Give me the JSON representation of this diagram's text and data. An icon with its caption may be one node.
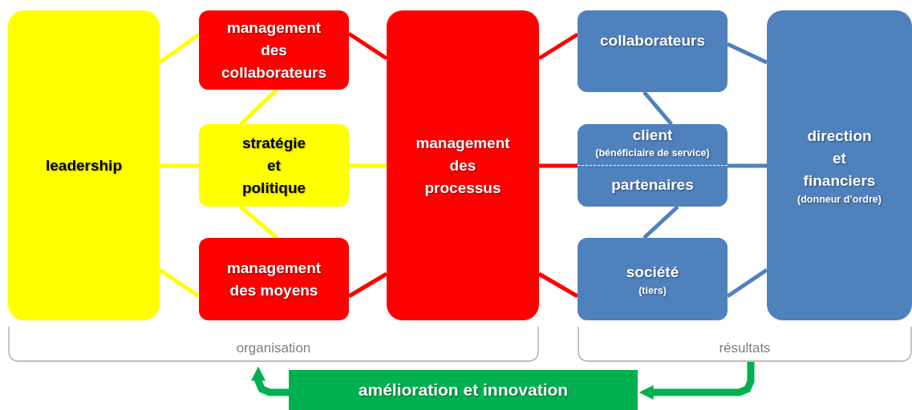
{
  "diagram": {
    "nodes": [
      {
        "text": [
          "leadership"
        ]
      },
      {
        "text": [
          "management des collaborateurs"
        ]
      },
      {
        "text": [
          "stratégie et politique"
        ]
      },
      {
        "text": [
          "management des moyens"
        ]
      },
      {
        "text": [
          "management des processus"
        ]
      },
      {
        "text": [
          "collaborateurs"
        ]
      },
      {
        "text": [
          "client",
          "(bénéficiaire de service)",
          "partenaires"
        ]
      },
      {
        "text": [
          "société",
          "(tiers)"
        ]
      },
      {
        "text": [
          "direction et financiers",
          "(donneur d’ordre)"
        ]
      },
      {
        "text": [
          "organisation"
        ]
      },
      {
        "text": [
          "résultats"
        ]
      },
      {
        "text": [
          "amélioration et innovation"
        ]
      }
    ],
    "edges": [
      {
        "from": 0,
        "to": 1,
        "arrow": "none"
      },
      {
        "from": 0,
        "to": 2,
        "arrow": "none"
      },
      {
        "from": 0,
        "to": 3,
        "arrow": "none"
      },
      {
        "from": 1,
        "to": 2,
        "arrow": "none"
      },
      {
        "from": 2,
        "to": 3,
        "arrow": "none"
      },
      {
        "from": 2,
        "to": 4,
        "arrow": "none"
      },
      {
        "from": 1,
        "to": 4,
        "arrow": "none",
        "color": "#ff0000"
      },
      {
        "from": 3,
        "to": 4,
        "arrow": "none",
        "color": "#ff0000"
      },
      {
        "from": 4,
        "to": 5,
        "arrow": "none",
        "color": "#ff0000"
      },
      {
        "from": 4,
        "to": 6,
        "arrow": "none",
        "color": "#ff0000"
      },
      {
        "from": 4,
        "to": 7,
        "arrow": "none",
        "color": "#ff0000"
      },
      {
        "from": 5,
        "to": 6,
        "arrow": "none",
        "color": "#4f81bd"
      },
      {
        "from": 6,
        "to": 7,
        "arrow": "none",
        "color": "#4f81bd"
      },
      {
        "from": 5,
        "to": 8,
        "arrow": "none",
        "color": "#4f81bd"
      },
      {
        "from": 6,
        "to": 8,
        "arrow": "none",
        "color": "#4f81bd"
      },
      {
        "from": 7,
        "to": 8,
        "arrow": "none",
        "color": "#4f81bd"
      },
      {
        "from": 10,
        "to": 11,
        "arrow": "to",
        "style": "thick",
        "color": "#00b050"
      },
      {
        "from": 11,
        "to": 9,
        "arrow": "to",
        "style": "thick",
        "color": "#00b050"
      }
    ]
  }
}
